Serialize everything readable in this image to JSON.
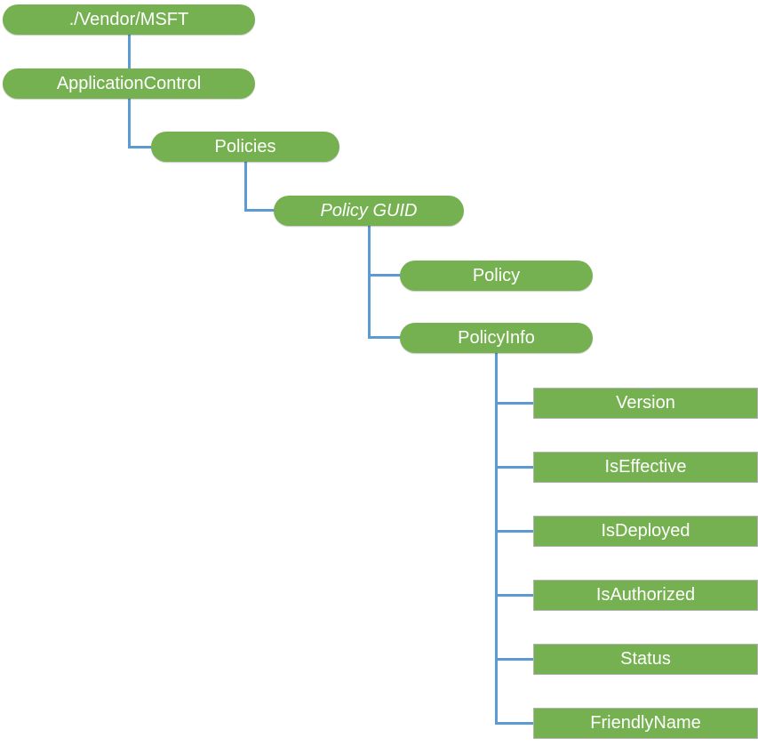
{
  "diagram": {
    "colors": {
      "connector": "#5b9bd5",
      "node_fill": "#76b151",
      "node_text": "#ffffff",
      "leaf_border": "#b3b3b3"
    },
    "nodes": {
      "root": "./Vendor/MSFT",
      "application_control": "ApplicationControl",
      "policies": "Policies",
      "policy_guid": "Policy GUID",
      "policy": "Policy",
      "policy_info": "PolicyInfo",
      "version": "Version",
      "is_effective": "IsEffective",
      "is_deployed": "IsDeployed",
      "is_authorized": "IsAuthorized",
      "status": "Status",
      "friendly_name": "FriendlyName"
    }
  }
}
